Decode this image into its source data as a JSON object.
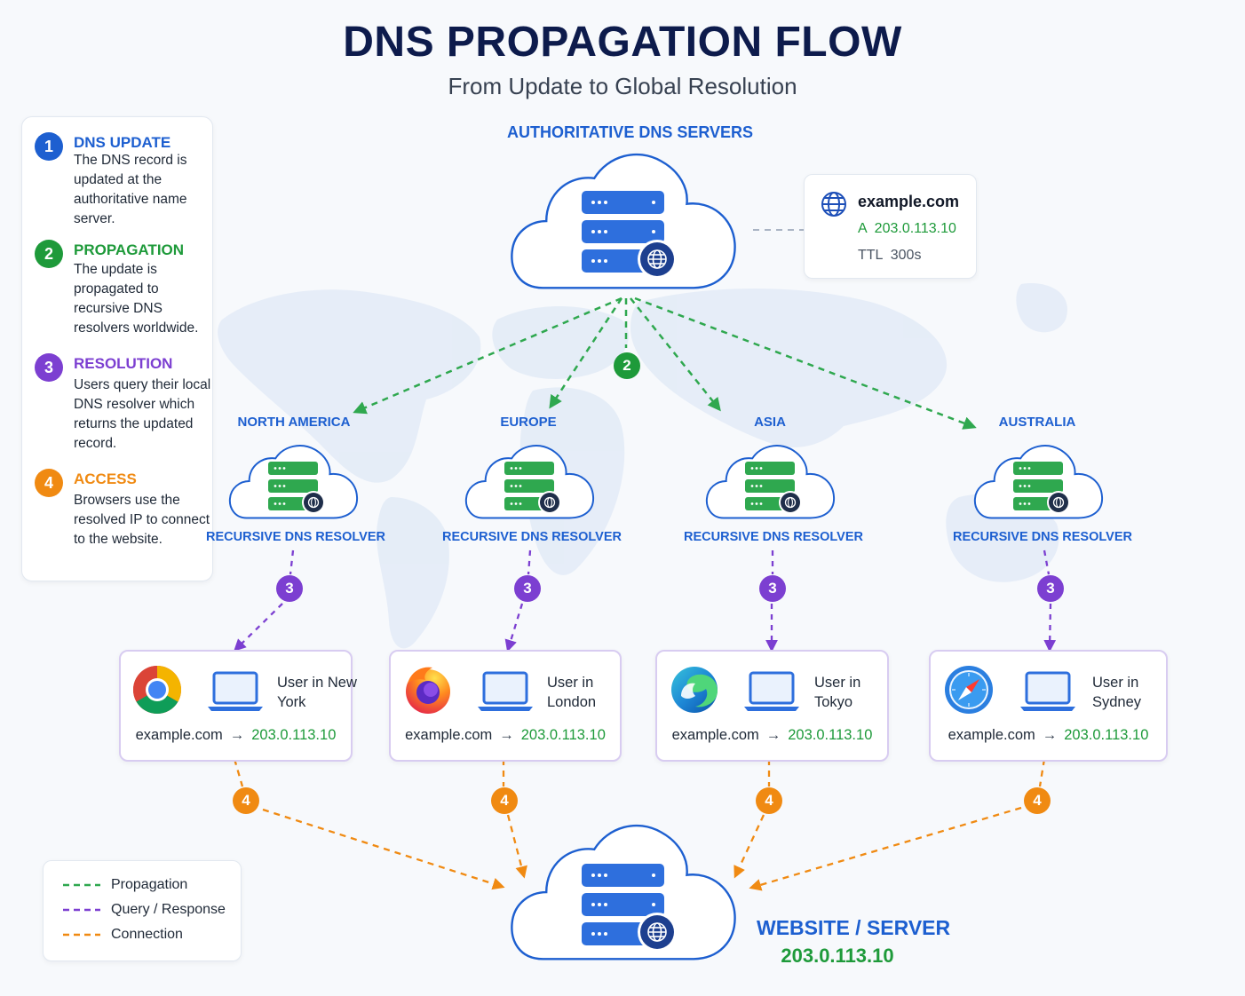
{
  "title": "DNS PROPAGATION FLOW",
  "subtitle": "From Update to Global Resolution",
  "steps": [
    {
      "num": "1",
      "title": "DNS UPDATE",
      "desc": "The DNS record is updated at the authoritative name server.",
      "color": "#1d5fd0"
    },
    {
      "num": "2",
      "title": "PROPAGATION",
      "desc": "The update is propagated to recursive DNS resolvers worldwide.",
      "color": "#1e9a3a"
    },
    {
      "num": "3",
      "title": "RESOLUTION",
      "desc": "Users query their local DNS resolver which returns the updated record.",
      "color": "#7c3fd1"
    },
    {
      "num": "4",
      "title": "ACCESS",
      "desc": "Browsers use the resolved IP to connect to the website.",
      "color": "#f08a12"
    }
  ],
  "authoritative": {
    "title": "AUTHORITATIVE DNS SERVERS",
    "badge": "2"
  },
  "record": {
    "domain": "example.com",
    "a_record": "A  203.0.113.10",
    "ttl": "TTL  300s",
    "icon": "globe-icon"
  },
  "regions": [
    {
      "name": "NORTH AMERICA",
      "resolver": "RECURSIVE DNS RESOLVER",
      "badge": "3",
      "browser": "chrome",
      "user": "User in New York",
      "domain": "example.com",
      "arrow": "→",
      "ip": "203.0.113.10",
      "access_badge": "4"
    },
    {
      "name": "EUROPE",
      "resolver": "RECURSIVE DNS RESOLVER",
      "badge": "3",
      "browser": "firefox",
      "user": "User in London",
      "domain": "example.com",
      "arrow": "→",
      "ip": "203.0.113.10",
      "access_badge": "4"
    },
    {
      "name": "ASIA",
      "resolver": "RECURSIVE DNS RESOLVER",
      "badge": "3",
      "browser": "edge",
      "user": "User in Tokyo",
      "domain": "example.com",
      "arrow": "→",
      "ip": "203.0.113.10",
      "access_badge": "4"
    },
    {
      "name": "AUSTRALIA",
      "resolver": "RECURSIVE DNS RESOLVER",
      "badge": "3",
      "browser": "safari",
      "user": "User in Sydney",
      "domain": "example.com",
      "arrow": "→",
      "ip": "203.0.113.10",
      "access_badge": "4"
    }
  ],
  "website": {
    "title": "WEBSITE / SERVER",
    "ip": "203.0.113.10"
  },
  "legend": [
    {
      "label": "Propagation",
      "color": "#2fa84f"
    },
    {
      "label": "Query / Response",
      "color": "#7c3fd1"
    },
    {
      "label": "Connection",
      "color": "#f08a12"
    }
  ],
  "colors": {
    "blue": "#1d5fd0",
    "green": "#1e9a3a",
    "purple": "#7c3fd1",
    "orange": "#f08a12",
    "navy": "#0d1b4c"
  }
}
